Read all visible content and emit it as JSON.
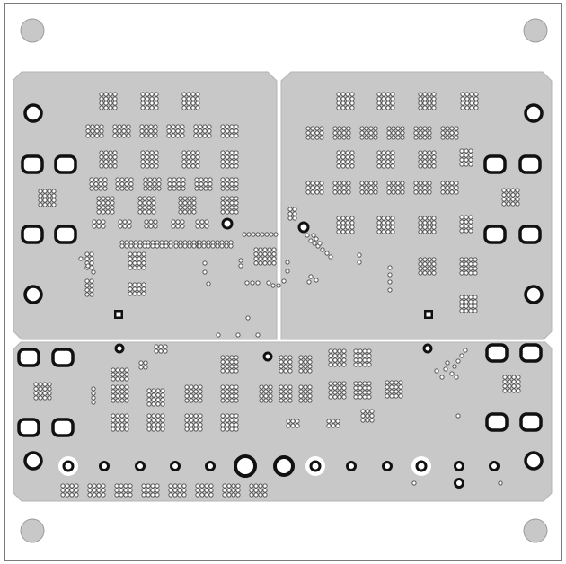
{
  "colors": {
    "background": "#ffffff",
    "outline": "#333333",
    "copper": "#c8c8c8",
    "copper_edge": "#b4b4b4",
    "via_fill": "#ffffff",
    "via_ring": "#555555",
    "pad_ring": "#111111"
  },
  "layer": {
    "regions": [
      "top-left-pour",
      "top-right-pour",
      "bottom-pour"
    ],
    "mounting_hole_count": 4,
    "via_style": "ring",
    "cutout_pads": "clearance"
  }
}
